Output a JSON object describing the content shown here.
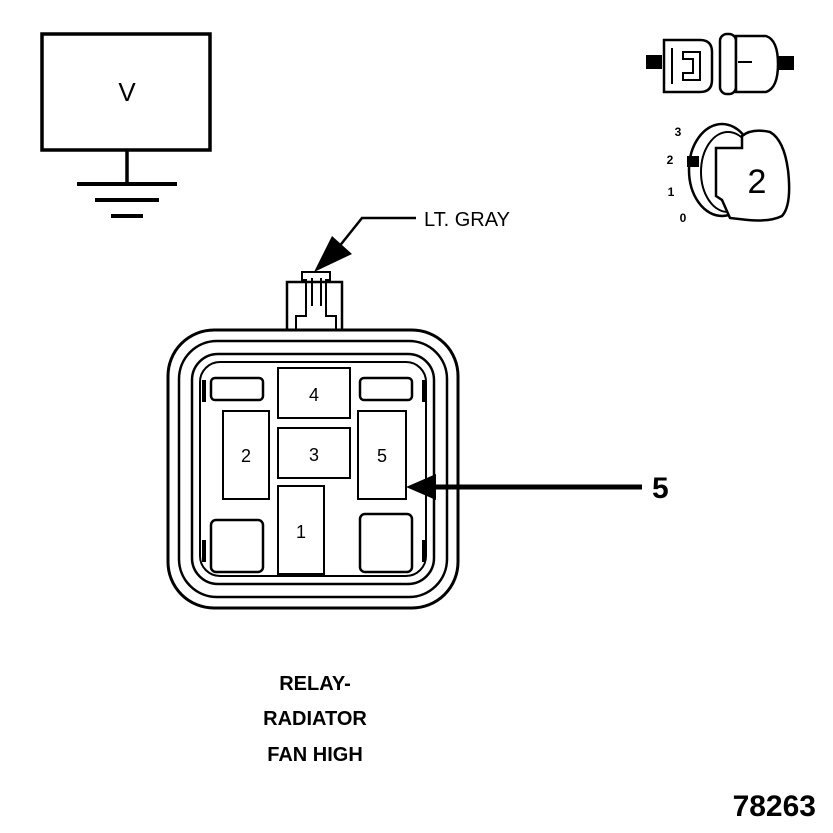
{
  "meter": {
    "symbol": "V"
  },
  "wire": {
    "color_label": "LT. GRAY"
  },
  "key_switch": {
    "positions": [
      "0",
      "1",
      "2",
      "3"
    ],
    "key_number": "2"
  },
  "connector": {
    "cavities": [
      "1",
      "2",
      "3",
      "4",
      "5"
    ],
    "callout": "5"
  },
  "component_name": {
    "line1": "RELAY-",
    "line2": "RADIATOR",
    "line3": "FAN HIGH"
  },
  "figure_number": "78263",
  "colors": {
    "ink": "#000000",
    "paper": "#ffffff"
  }
}
